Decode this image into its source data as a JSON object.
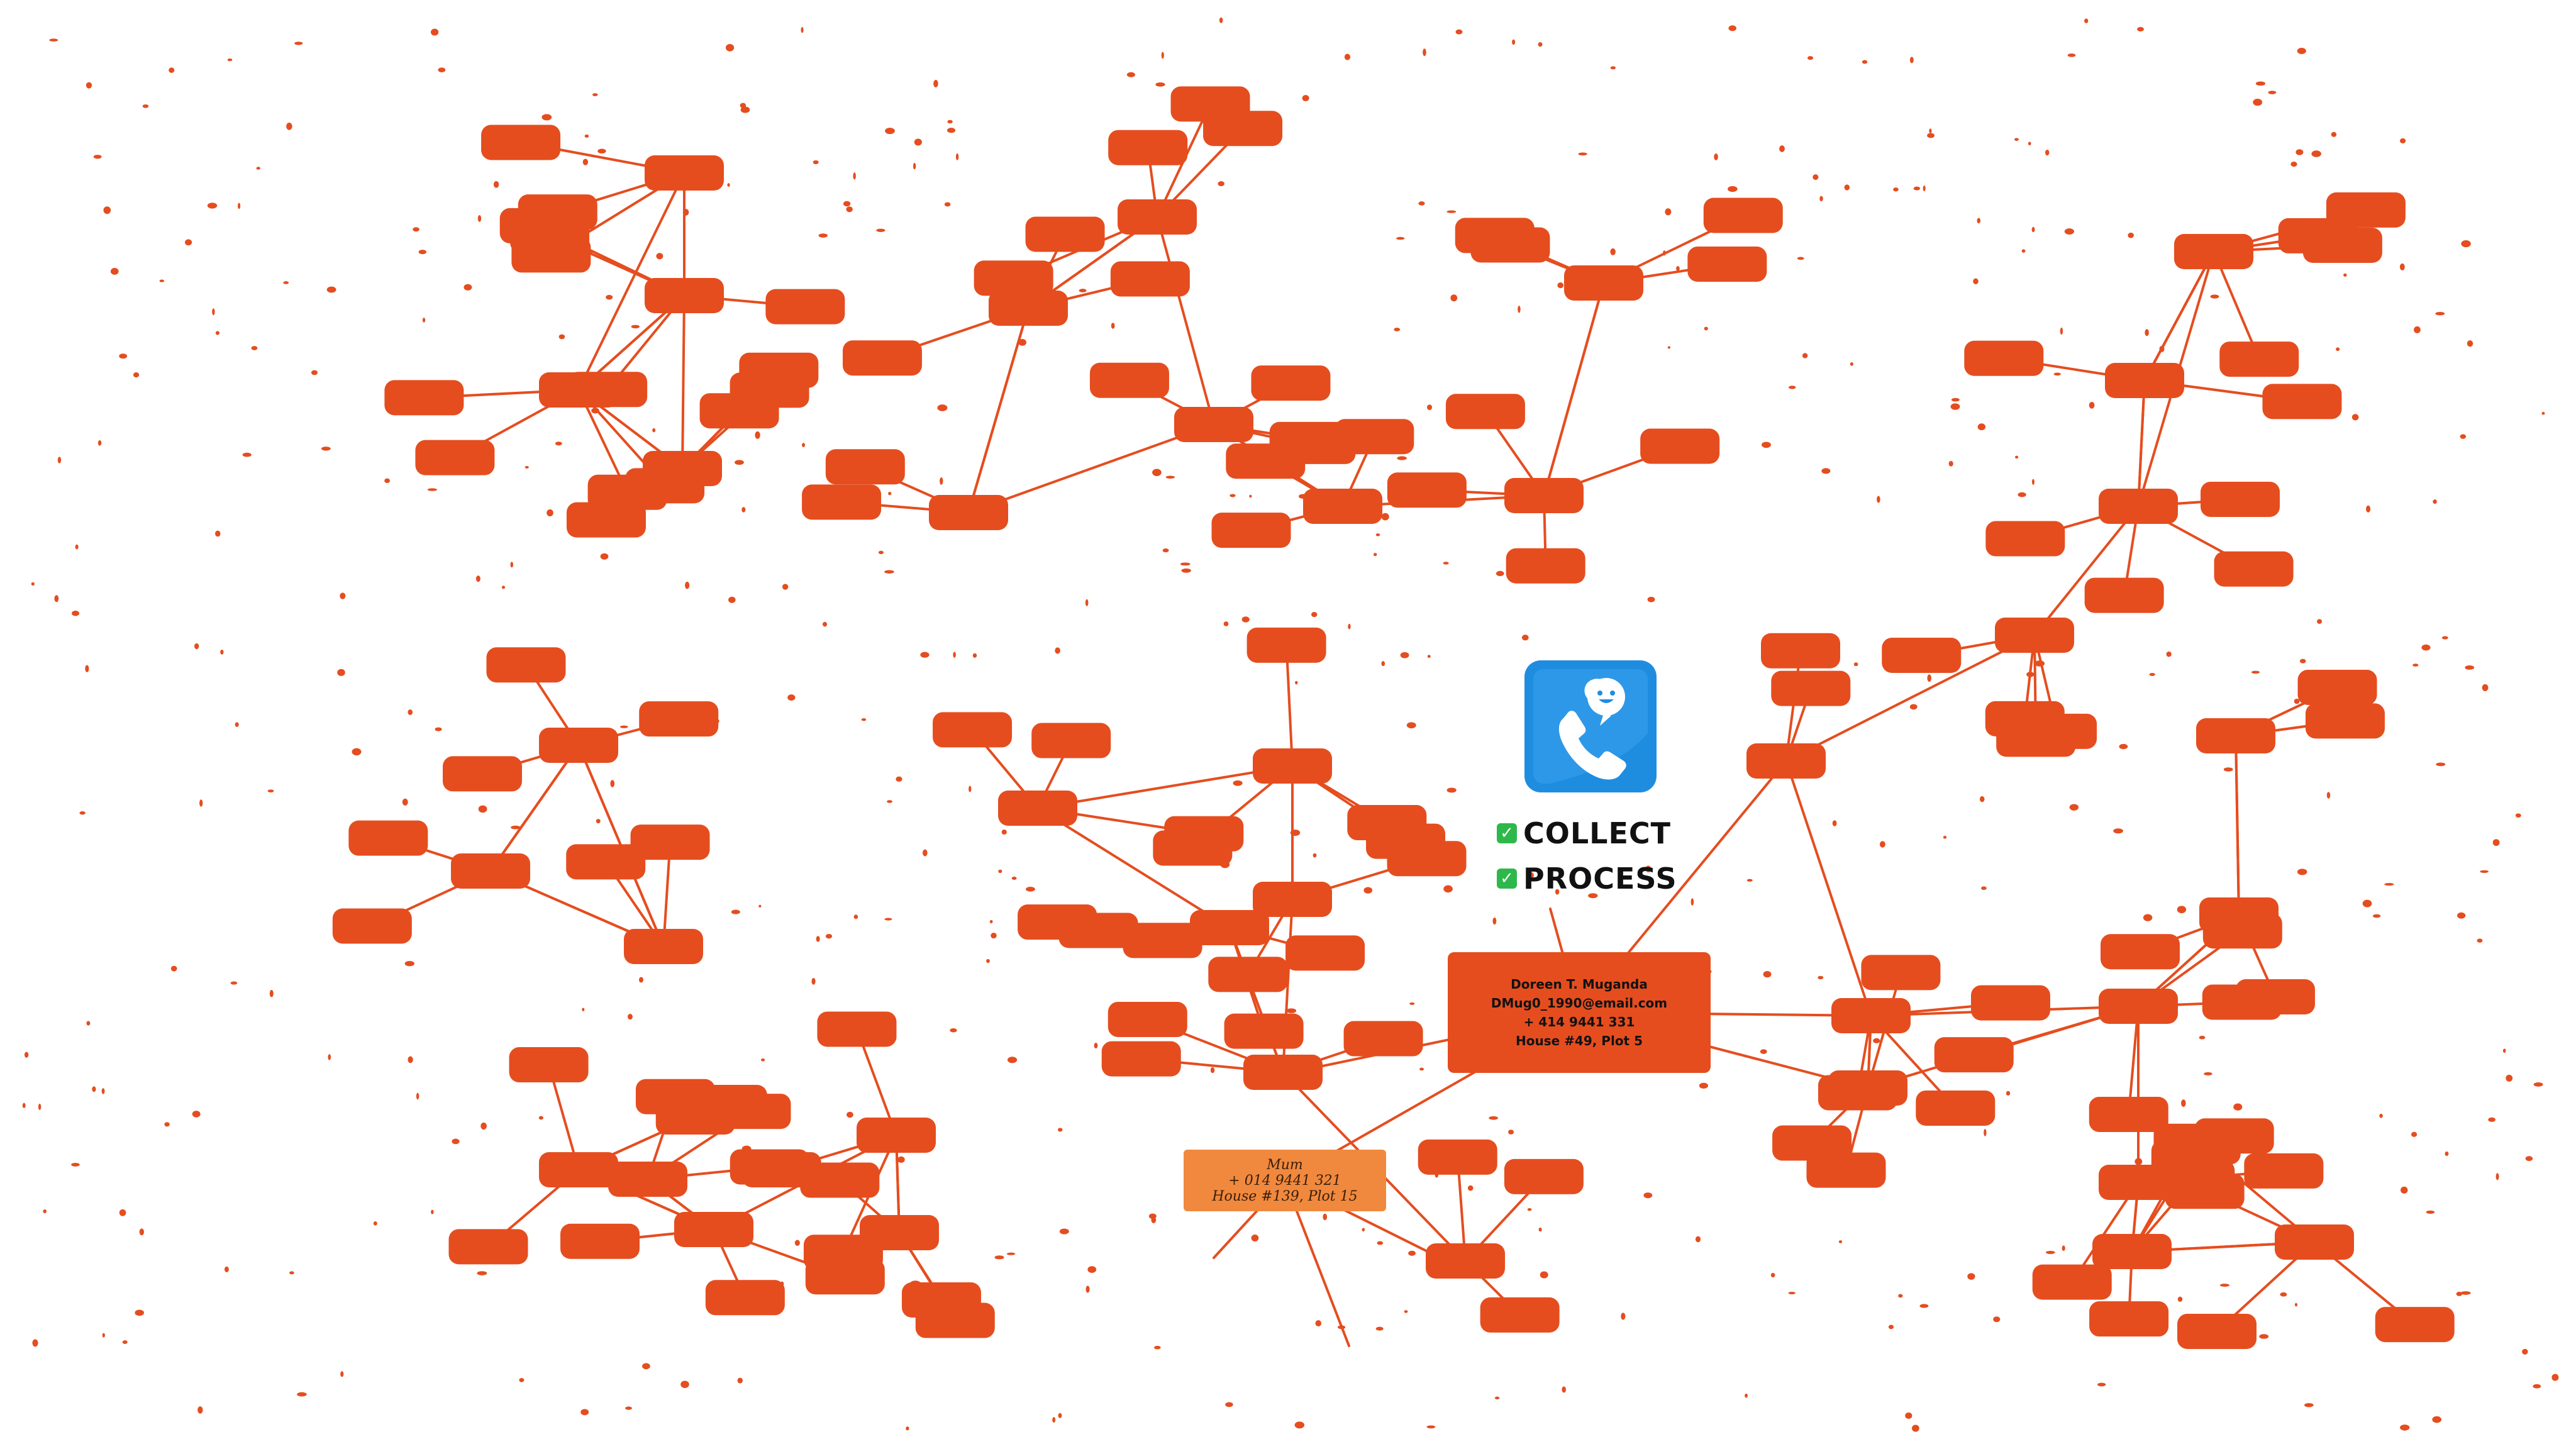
{
  "center": {
    "app_icon": "phone-chat-app-icon",
    "checks": [
      {
        "icon": "green-checkmark-icon",
        "label": "COLLECT"
      },
      {
        "icon": "green-checkmark-icon",
        "label": "PROCESS"
      }
    ]
  },
  "contact": {
    "name": "Doreen T. Muganda",
    "email": "DMug0_1990@email.com",
    "phone": "+ 414 9441 331",
    "address": "House #49, Plot 5"
  },
  "related_contact": {
    "label": "Mum",
    "phone": "+ 014 9441 321",
    "address": "House #139, Plot 15"
  },
  "colors": {
    "node": "#e54d1f",
    "related_card": "#f0893e",
    "icon_bg": "#1e8de0",
    "check": "#2eb84b"
  }
}
